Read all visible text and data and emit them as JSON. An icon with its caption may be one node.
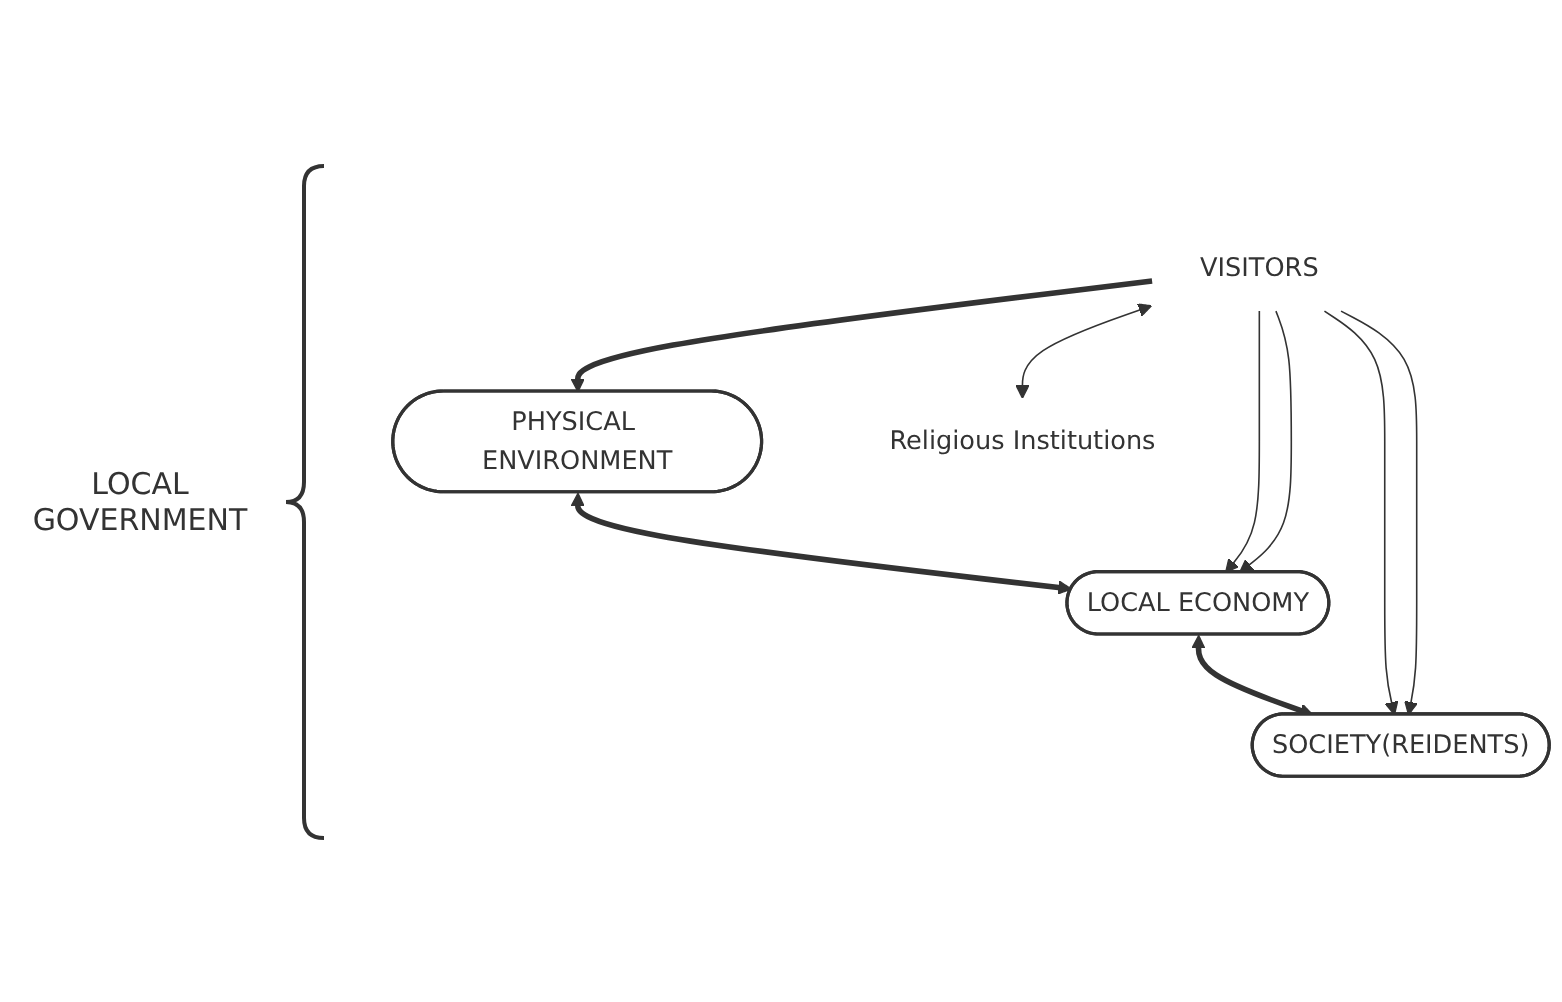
{
  "diagram": {
    "nodes": [
      {
        "text": [
          "VISITORS"
        ]
      },
      {
        "text": [
          "PHYSICAL ENVIRONMENT"
        ]
      },
      {
        "text": [
          "LOCAL ECONOMY"
        ]
      },
      {
        "text": [
          "SOCIETY(REIDENTS)"
        ]
      },
      {
        "text": [
          "Religious Institutions"
        ]
      }
    ],
    "edges": [
      {
        "from": 0,
        "to": 1,
        "arrow": "to",
        "style": "thick"
      },
      {
        "from": 1,
        "to": 2,
        "arrow": "both",
        "style": "thick"
      },
      {
        "from": 2,
        "to": 3,
        "arrow": "both",
        "style": "thick"
      },
      {
        "from": 0,
        "to": 2,
        "arrow": "to"
      },
      {
        "from": 0,
        "to": 3,
        "arrow": "to"
      },
      {
        "from": 0,
        "to": 2,
        "arrow": "to"
      },
      {
        "from": 0,
        "to": 3,
        "arrow": "to"
      },
      {
        "from": 0,
        "to": 4,
        "arrow": "both"
      }
    ],
    "labels": [
      "LOCAL GOVERNMENT"
    ]
  }
}
